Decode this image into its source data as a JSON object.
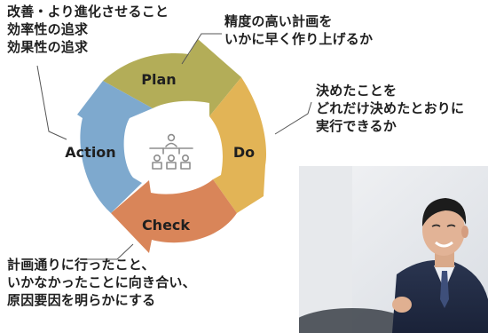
{
  "cycle": {
    "phases": [
      {
        "id": "plan",
        "label": "Plan",
        "color": "#b3ad58"
      },
      {
        "id": "do",
        "label": "Do",
        "color": "#e2b456"
      },
      {
        "id": "check",
        "label": "Check",
        "color": "#d98559"
      },
      {
        "id": "action",
        "label": "Action",
        "color": "#7ea9ce"
      }
    ],
    "center_icon": "presenter-audience-icon"
  },
  "notes": {
    "improve": [
      "改善・より進化させること",
      "効率性の追求",
      "効果性の追求"
    ],
    "plan": [
      "精度の高い計画を",
      "いかに早く作り上げるか"
    ],
    "do": [
      "決めたことを",
      "どれだけ決めたとおりに",
      "実行できるか"
    ],
    "check": [
      "計画通りに行ったこと、",
      "いかなかったことに向き合い、",
      "原因要因を明らかにする"
    ]
  },
  "photo": {
    "subject": "smiling-presenter-photo"
  }
}
